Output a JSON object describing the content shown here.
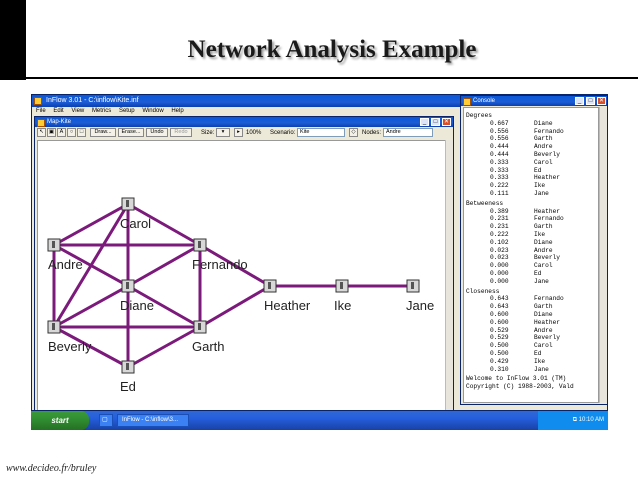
{
  "slide": {
    "title": "Network Analysis Example",
    "footer": "www.decideo.fr/bruley"
  },
  "app": {
    "title": "InFlow 3.01 - C:\\inflow\\Kite.inf",
    "menu": [
      "File",
      "Edit",
      "View",
      "Metrics",
      "Setup",
      "Window",
      "Help"
    ]
  },
  "map_window": {
    "title": "Map-Kite",
    "toolbar": {
      "draw": "Draw...",
      "erase": "Erase...",
      "undo": "Undo",
      "redo": "Redo",
      "size_label": "Size:",
      "zoom": "100%",
      "scenario_label": "Scenario:",
      "scenario_value": "Kite",
      "nodes_label": "Nodes:",
      "nodes_value": "Andre"
    }
  },
  "network": {
    "edge_color": "#7b1a7b",
    "nodes": [
      {
        "id": "carol",
        "label": "Carol"
      },
      {
        "id": "andre",
        "label": "Andre"
      },
      {
        "id": "fernando",
        "label": "Fernando"
      },
      {
        "id": "diane",
        "label": "Diane"
      },
      {
        "id": "heather",
        "label": "Heather"
      },
      {
        "id": "ike",
        "label": "Ike"
      },
      {
        "id": "jane",
        "label": "Jane"
      },
      {
        "id": "beverly",
        "label": "Beverly"
      },
      {
        "id": "garth",
        "label": "Garth"
      },
      {
        "id": "ed",
        "label": "Ed"
      }
    ],
    "edges": [
      [
        "andre",
        "carol"
      ],
      [
        "andre",
        "diane"
      ],
      [
        "andre",
        "beverly"
      ],
      [
        "andre",
        "fernando"
      ],
      [
        "carol",
        "fernando"
      ],
      [
        "carol",
        "diane"
      ],
      [
        "carol",
        "beverly"
      ],
      [
        "fernando",
        "diane"
      ],
      [
        "fernando",
        "garth"
      ],
      [
        "fernando",
        "heather"
      ],
      [
        "diane",
        "beverly"
      ],
      [
        "diane",
        "garth"
      ],
      [
        "diane",
        "ed"
      ],
      [
        "beverly",
        "garth"
      ],
      [
        "beverly",
        "ed"
      ],
      [
        "garth",
        "ed"
      ],
      [
        "garth",
        "heather"
      ],
      [
        "heather",
        "ike"
      ],
      [
        "ike",
        "jane"
      ]
    ]
  },
  "console": {
    "title": "Console",
    "sections": [
      {
        "title": "Degrees",
        "rows": [
          {
            "value": "0.667",
            "name": "Diane"
          },
          {
            "value": "0.556",
            "name": "Fernando"
          },
          {
            "value": "0.556",
            "name": "Garth"
          },
          {
            "value": "0.444",
            "name": "Andre"
          },
          {
            "value": "0.444",
            "name": "Beverly"
          },
          {
            "value": "0.333",
            "name": "Carol"
          },
          {
            "value": "0.333",
            "name": "Ed"
          },
          {
            "value": "0.333",
            "name": "Heather"
          },
          {
            "value": "0.222",
            "name": "Ike"
          },
          {
            "value": "0.111",
            "name": "Jane"
          }
        ]
      },
      {
        "title": "Betweeness",
        "rows": [
          {
            "value": "0.389",
            "name": "Heather"
          },
          {
            "value": "0.231",
            "name": "Fernando"
          },
          {
            "value": "0.231",
            "name": "Garth"
          },
          {
            "value": "0.222",
            "name": "Ike"
          },
          {
            "value": "0.102",
            "name": "Diane"
          },
          {
            "value": "0.023",
            "name": "Andre"
          },
          {
            "value": "0.023",
            "name": "Beverly"
          },
          {
            "value": "0.000",
            "name": "Carol"
          },
          {
            "value": "0.000",
            "name": "Ed"
          },
          {
            "value": "0.000",
            "name": "Jane"
          }
        ]
      },
      {
        "title": "Closeness",
        "rows": [
          {
            "value": "0.643",
            "name": "Fernando"
          },
          {
            "value": "0.643",
            "name": "Garth"
          },
          {
            "value": "0.600",
            "name": "Diane"
          },
          {
            "value": "0.600",
            "name": "Heather"
          },
          {
            "value": "0.529",
            "name": "Andre"
          },
          {
            "value": "0.529",
            "name": "Beverly"
          },
          {
            "value": "0.500",
            "name": "Carol"
          },
          {
            "value": "0.500",
            "name": "Ed"
          },
          {
            "value": "0.429",
            "name": "Ike"
          },
          {
            "value": "0.310",
            "name": "Jane"
          }
        ]
      }
    ],
    "welcome_1": "Welcome to InFlow 3.01 (TM)",
    "welcome_2": "Copyright (C) 1988-2003, Vald"
  },
  "taskbar": {
    "start": "start",
    "task": "InFlow - C:\\inflow\\3...",
    "clock": "10:10 AM"
  }
}
